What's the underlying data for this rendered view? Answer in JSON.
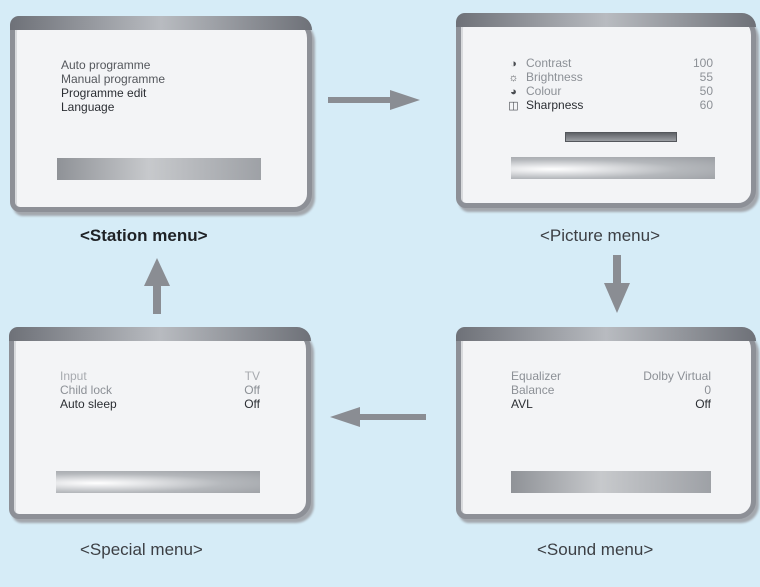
{
  "station": {
    "caption": "<Station menu>",
    "items": [
      "Auto programme",
      "Manual programme",
      "Programme edit",
      "Language"
    ]
  },
  "picture": {
    "caption": "<Picture menu>",
    "items": [
      {
        "icon": "contrast-icon",
        "label": "Contrast",
        "value": "100"
      },
      {
        "icon": "brightness-icon",
        "label": "Brightness",
        "value": "55"
      },
      {
        "icon": "colour-icon",
        "label": "Colour",
        "value": "50"
      },
      {
        "icon": "sharpness-icon",
        "label": "Sharpness",
        "value": "60"
      }
    ]
  },
  "special": {
    "caption": "<Special menu>",
    "items": [
      {
        "label": "Input",
        "value": "TV"
      },
      {
        "label": "Child lock",
        "value": "Off"
      },
      {
        "label": "Auto sleep",
        "value": "Off"
      }
    ]
  },
  "sound": {
    "caption": "<Sound menu>",
    "items": [
      {
        "label": "Equalizer",
        "value": "Dolby Virtual"
      },
      {
        "label": "Balance",
        "value": "0"
      },
      {
        "label": "AVL",
        "value": "Off"
      }
    ]
  },
  "colors": {
    "background": "#d6ecf7",
    "arrow": "#8a8d93"
  }
}
